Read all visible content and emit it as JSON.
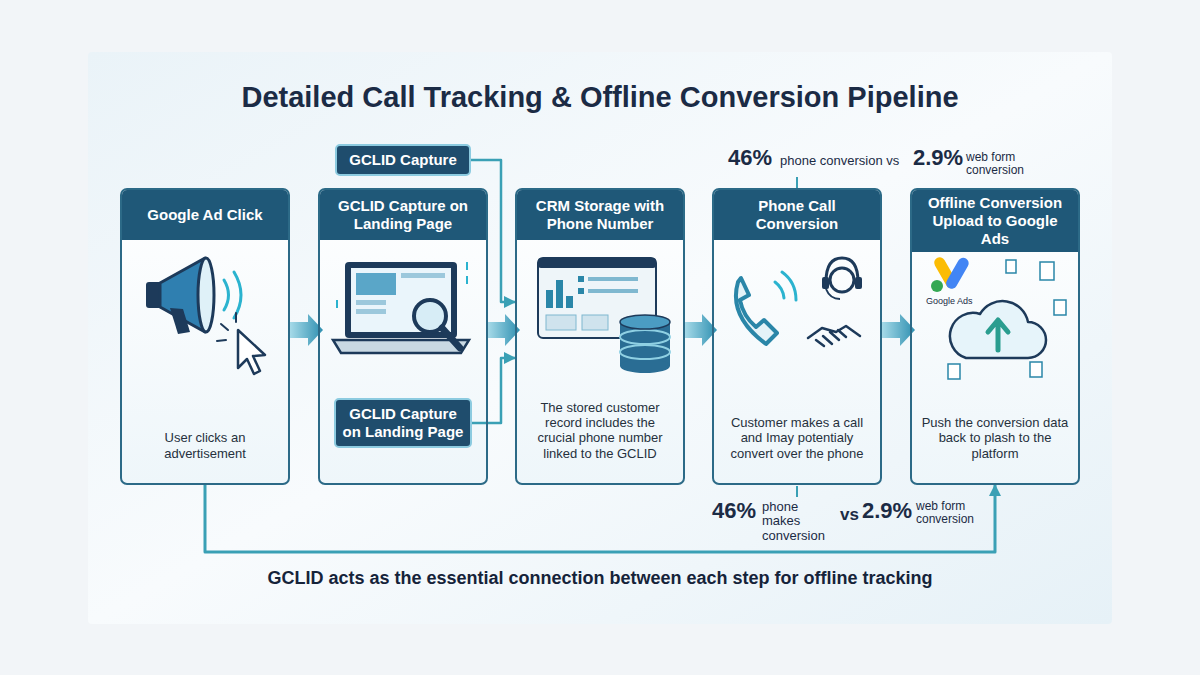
{
  "diagram": {
    "title": "Detailed Call Tracking & Offline Conversion Pipeline",
    "caption": "GCLID acts as the essential connection between each step for offline tracking",
    "nodes": [
      {
        "text": [
          "Google Ad Click",
          "User clicks an advertisement"
        ]
      },
      {
        "text": [
          "GCLID Capture"
        ]
      },
      {
        "text": [
          "GCLID Capture on Landing Page"
        ]
      },
      {
        "text": [
          "GCLID Capture on Landing Page"
        ],
        "in": 2
      },
      {
        "text": [
          "CRM Storage with Phone Number",
          "The stored customer record includes the crucial phone number linked to the GCLID"
        ]
      },
      {
        "text": [
          "Phone Call Conversion",
          "Customer makes a call and Imay potentialy convert over the phone"
        ]
      },
      {
        "text": [
          "Offline Conversion Upload to Google Ads",
          "Push the conversion data back to plash to the platform"
        ]
      }
    ],
    "edges": [
      {
        "from": 0,
        "to": 2,
        "arrow": "to"
      },
      {
        "from": 1,
        "to": 4,
        "arrow": "to"
      },
      {
        "from": 3,
        "to": 4,
        "arrow": "to"
      },
      {
        "from": 2,
        "to": 4,
        "arrow": "to"
      },
      {
        "from": 4,
        "to": 5,
        "arrow": "to"
      },
      {
        "from": 5,
        "to": 6,
        "arrow": "to"
      },
      {
        "from": 0,
        "to": 6,
        "arrow": "to"
      }
    ],
    "labels": [
      "46%",
      "phone conversion vs",
      "2.9%",
      "web form conversion",
      "46%",
      "phone makes conversion",
      "vs",
      "2.9%",
      "web form conversion",
      "Google Ads"
    ]
  }
}
